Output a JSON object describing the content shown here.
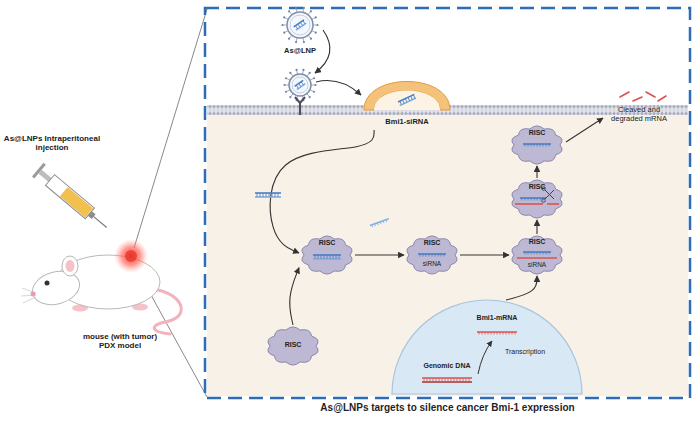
{
  "diagram": {
    "caption": "As@LNPs targets to silence cancer Bmi-1 expression",
    "nodes": [
      {
        "text": [
          "As@LNP"
        ]
      },
      {
        "text": [
          "Bmi1-siRNA"
        ]
      },
      {
        "text": [
          "RISC"
        ]
      },
      {
        "text": [
          "RISC"
        ]
      },
      {
        "text": [
          "RISC"
        ]
      },
      {
        "text": [
          "RISC",
          "siRNA"
        ]
      },
      {
        "text": [
          "RISC",
          "siRNA"
        ]
      },
      {
        "text": [
          "RISC"
        ]
      },
      {
        "text": [
          "Bmi1-mRNA",
          "Genomic DNA",
          "Transcription"
        ]
      }
    ],
    "edges": [
      {
        "from": 1,
        "to": 4,
        "arrow": "to"
      },
      {
        "from": 7,
        "to": 4,
        "arrow": "to"
      },
      {
        "from": 4,
        "to": 5,
        "arrow": "to"
      },
      {
        "from": 5,
        "to": 6,
        "arrow": "to"
      },
      {
        "from": 8,
        "to": 6,
        "arrow": "to"
      },
      {
        "from": 6,
        "to": 3,
        "arrow": "to"
      },
      {
        "from": 3,
        "to": 2,
        "arrow": "to"
      }
    ],
    "labels": [
      "As@LNPs Intraperitoneal injection",
      "mouse (with tumor) PDX model",
      "Cleaved and degraded mRNA"
    ]
  }
}
